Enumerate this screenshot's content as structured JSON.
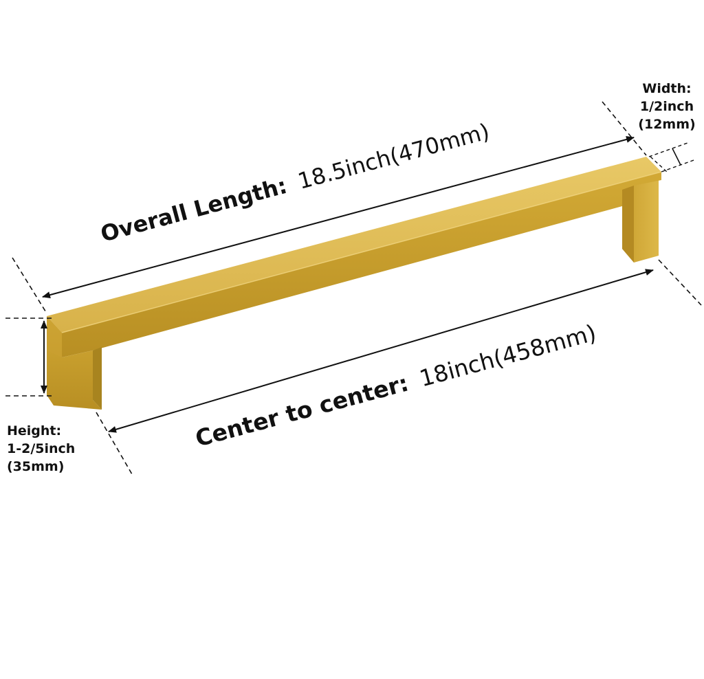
{
  "overall_length": {
    "label": "Overall Length:",
    "value": "18.5inch(470mm)"
  },
  "center_to_center": {
    "label": "Center to center:",
    "value": "18inch(458mm)"
  },
  "width": {
    "line1": "Width:",
    "line2": "1/2inch",
    "line3": "(12mm)"
  },
  "height": {
    "line1": "Height:",
    "line2": "1-2/5inch",
    "line3": "(35mm)"
  },
  "colors": {
    "gold": "#d4ab3c",
    "gold_dark": "#a8841f",
    "gold_light": "#e6c660",
    "line": "#111111"
  },
  "product": {
    "icon": "cabinet-pull-handle-icon"
  }
}
